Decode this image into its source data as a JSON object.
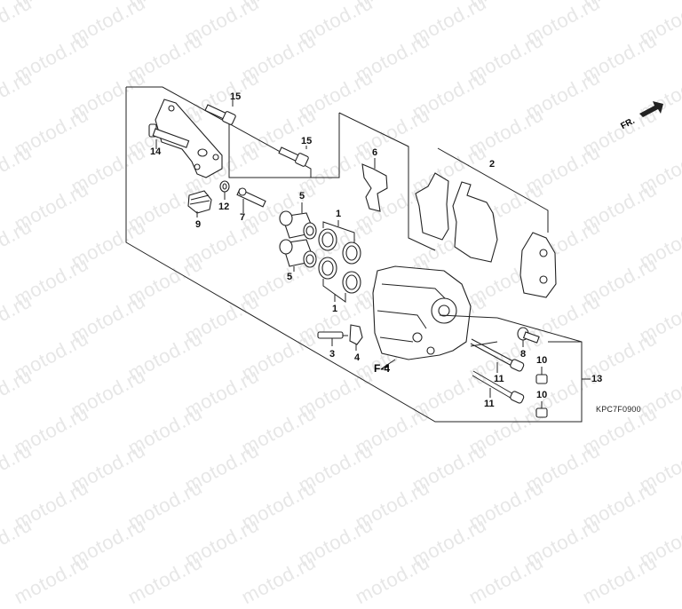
{
  "diagram": {
    "type": "exploded-parts-diagram",
    "subject": "front brake caliper assembly",
    "watermark_text": "motod.ru",
    "diagram_code": "KPC7F0900",
    "direction_indicator": "FR.",
    "reference_label": "F-4",
    "colors": {
      "line": "#222222",
      "background": "#ffffff",
      "watermark": "#e7e7e7"
    }
  },
  "callouts": [
    {
      "id": "c15a",
      "label": "15",
      "part": "flange bolt (upper)"
    },
    {
      "id": "c15b",
      "label": "15",
      "part": "flange bolt (lower)"
    },
    {
      "id": "c14",
      "label": "14",
      "part": "caliper bracket"
    },
    {
      "id": "c12",
      "label": "12",
      "part": "washer"
    },
    {
      "id": "c7",
      "label": "7",
      "part": "slide pin"
    },
    {
      "id": "c9",
      "label": "9",
      "part": "boot"
    },
    {
      "id": "c5a",
      "label": "5",
      "part": "piston (upper)"
    },
    {
      "id": "c5b",
      "label": "5",
      "part": "piston (lower)"
    },
    {
      "id": "c1a",
      "label": "1",
      "part": "piston seal set (upper)"
    },
    {
      "id": "c1b",
      "label": "1",
      "part": "piston seal set (lower)"
    },
    {
      "id": "c6",
      "label": "6",
      "part": "pad spring"
    },
    {
      "id": "c2",
      "label": "2",
      "part": "brake pad set"
    },
    {
      "id": "c3",
      "label": "3",
      "part": "bleed screw"
    },
    {
      "id": "c4",
      "label": "4",
      "part": "bleed cap"
    },
    {
      "id": "c8",
      "label": "8",
      "part": "bolt"
    },
    {
      "id": "c11a",
      "label": "11",
      "part": "pad pin (upper)"
    },
    {
      "id": "c11b",
      "label": "11",
      "part": "pad pin (lower)"
    },
    {
      "id": "c10a",
      "label": "10",
      "part": "plug (upper)"
    },
    {
      "id": "c10b",
      "label": "10",
      "part": "plug (lower)"
    },
    {
      "id": "c13",
      "label": "13",
      "part": "caliper assembly"
    }
  ]
}
